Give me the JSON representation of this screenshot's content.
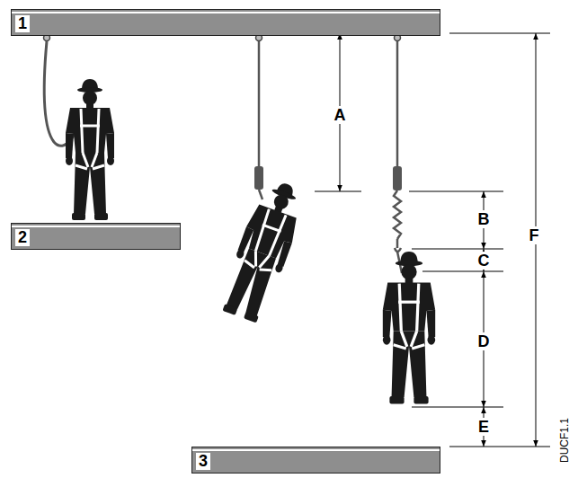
{
  "diagram": {
    "nodes": [
      {
        "text": [
          "1"
        ]
      },
      {
        "text": [
          "2"
        ]
      },
      {
        "text": [
          "3"
        ]
      }
    ],
    "labels": [
      "A",
      "B",
      "C",
      "D",
      "E",
      "F",
      "DUCF1.1"
    ]
  }
}
